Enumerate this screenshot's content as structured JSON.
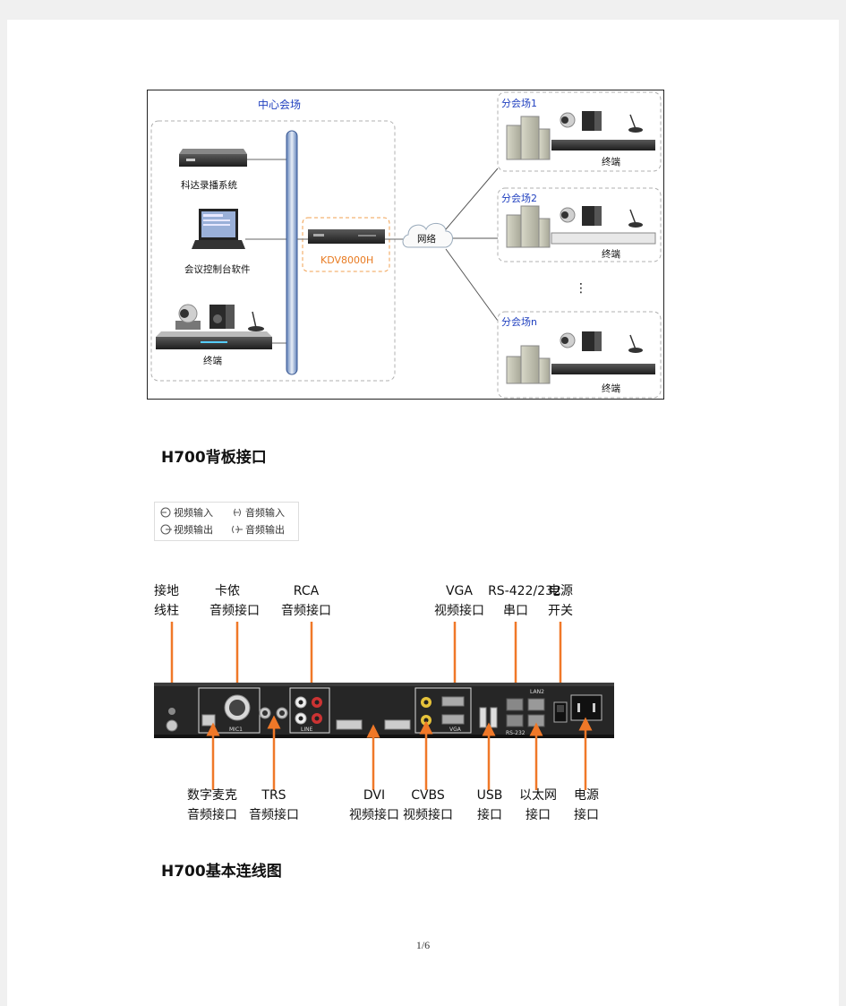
{
  "topology": {
    "central_title": "中心会场",
    "recording_label": "科达录播系统",
    "console_label": "会议控制台软件",
    "center_terminal_label": "终端",
    "mcu_label": "KDV8000H",
    "network_label": "网络",
    "branch_sites": [
      {
        "title": "分会场1",
        "terminal_label": "终端"
      },
      {
        "title": "分会场2",
        "terminal_label": "终端"
      },
      {
        "title": "分会场n",
        "terminal_label": "终端"
      }
    ],
    "ellipsis": "⋮"
  },
  "section1_heading": "H700背板接口",
  "legend": {
    "video_in": "视频输入",
    "audio_in": "音频输入",
    "video_out": "视频输出",
    "audio_out": "音频输出"
  },
  "back_panel": {
    "top_labels": [
      {
        "line1": "接地",
        "line2": "线柱"
      },
      {
        "line1": "卡侬",
        "line2": "音频接口"
      },
      {
        "line1": "RCA",
        "line2": "音频接口"
      },
      {
        "line1": "VGA",
        "line2": "视频接口"
      },
      {
        "line1": "RS-422/232",
        "line2": "串口"
      },
      {
        "line1": "电源",
        "line2": "开关"
      }
    ],
    "bottom_labels": [
      {
        "line1": "数字麦克",
        "line2": "音频接口"
      },
      {
        "line1": "TRS",
        "line2": "音频接口"
      },
      {
        "line1": "DVI",
        "line2": "视频接口"
      },
      {
        "line1": "CVBS",
        "line2": "视频接口"
      },
      {
        "line1": "USB",
        "line2": "接口"
      },
      {
        "line1": "以太网",
        "line2": "接口"
      },
      {
        "line1": "电源",
        "line2": "接口"
      }
    ],
    "silk": {
      "mic": "MIC1",
      "line": "LINE",
      "vga": "VGA",
      "rs232": "RS-232",
      "lan2": "LAN2"
    }
  },
  "section2_heading": "H700基本连线图",
  "page_number": "1/6",
  "colors": {
    "arrow": "#f07828",
    "title_blue": "#1f3fbf",
    "mcu_orange": "#e87a20",
    "dashed_border": "#b0b0b0"
  }
}
